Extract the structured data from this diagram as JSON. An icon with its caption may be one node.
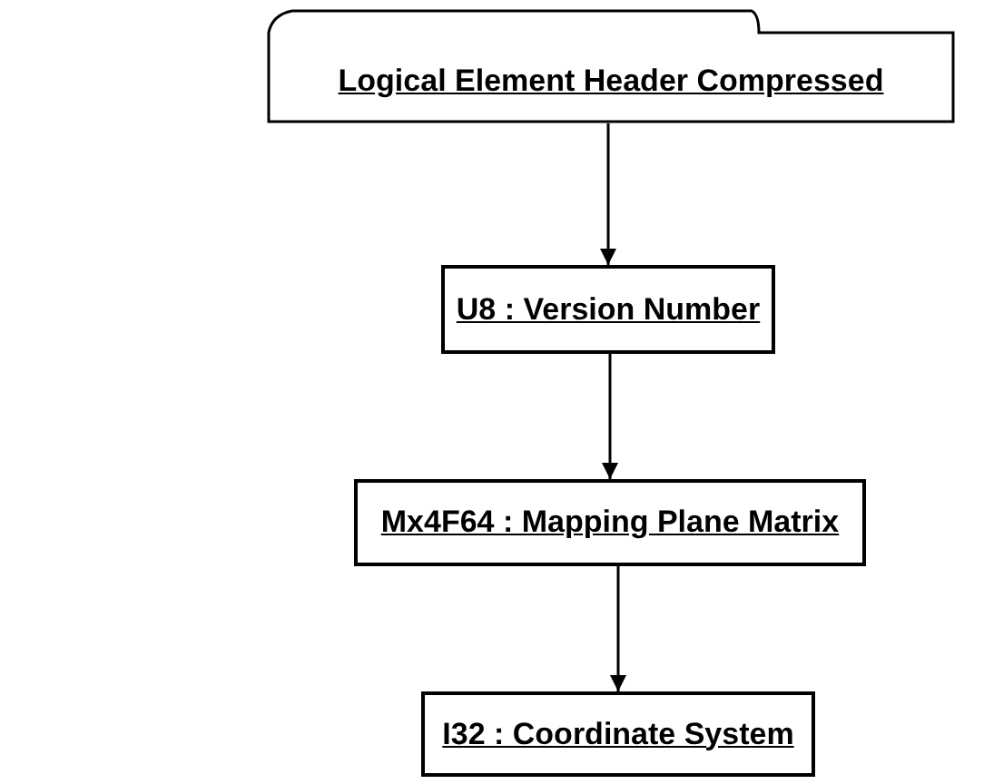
{
  "diagram": {
    "nodes": [
      {
        "text": [
          "Logical Element Header Compressed"
        ]
      },
      {
        "text": [
          "U8 : Version Number"
        ]
      },
      {
        "text": [
          "Mx4F64 : Mapping Plane Matrix"
        ]
      },
      {
        "text": [
          "I32 : Coordinate System"
        ]
      }
    ],
    "edges": [
      {
        "from": 0,
        "to": 1,
        "arrow": "to"
      },
      {
        "from": 1,
        "to": 2,
        "arrow": "to"
      },
      {
        "from": 2,
        "to": 3,
        "arrow": "to"
      }
    ]
  }
}
